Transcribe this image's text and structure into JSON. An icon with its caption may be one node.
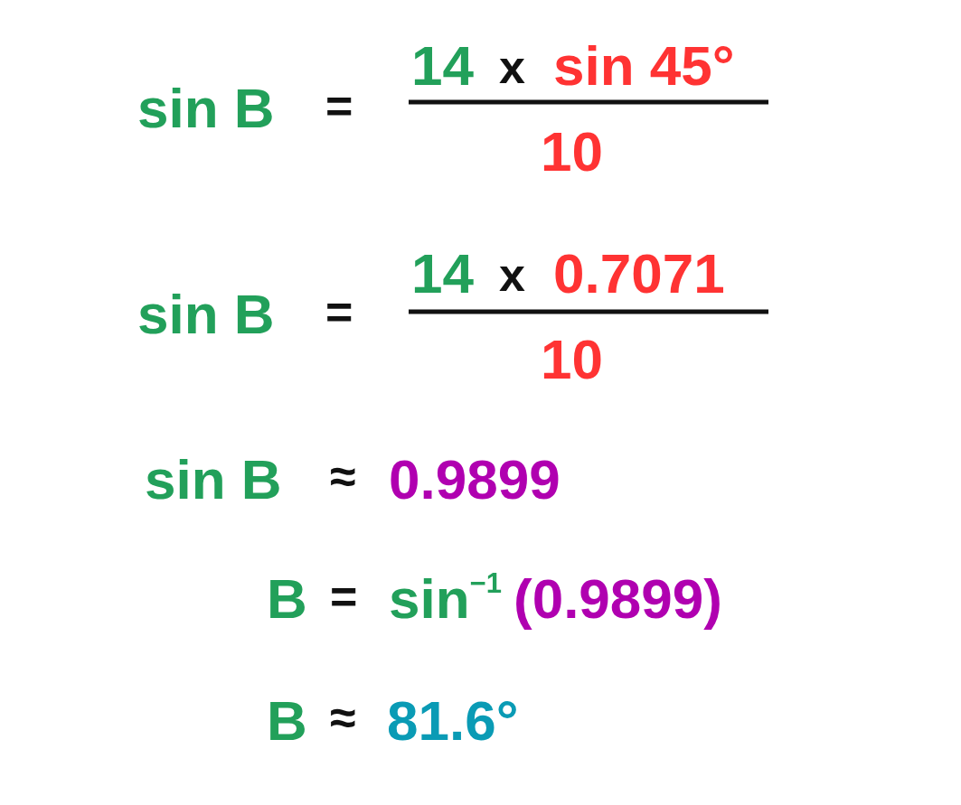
{
  "diagram": {
    "labels": [
      "sin B",
      "=",
      "14",
      "x",
      "sin 45°",
      "10",
      "sin B",
      "=",
      "14",
      "x",
      "0.7071",
      "10",
      "sin B",
      "≈",
      "0.9899",
      "B",
      "=",
      "sin$^{−1}$",
      "(0.9899)",
      "B",
      "≈",
      "81.6°"
    ]
  }
}
